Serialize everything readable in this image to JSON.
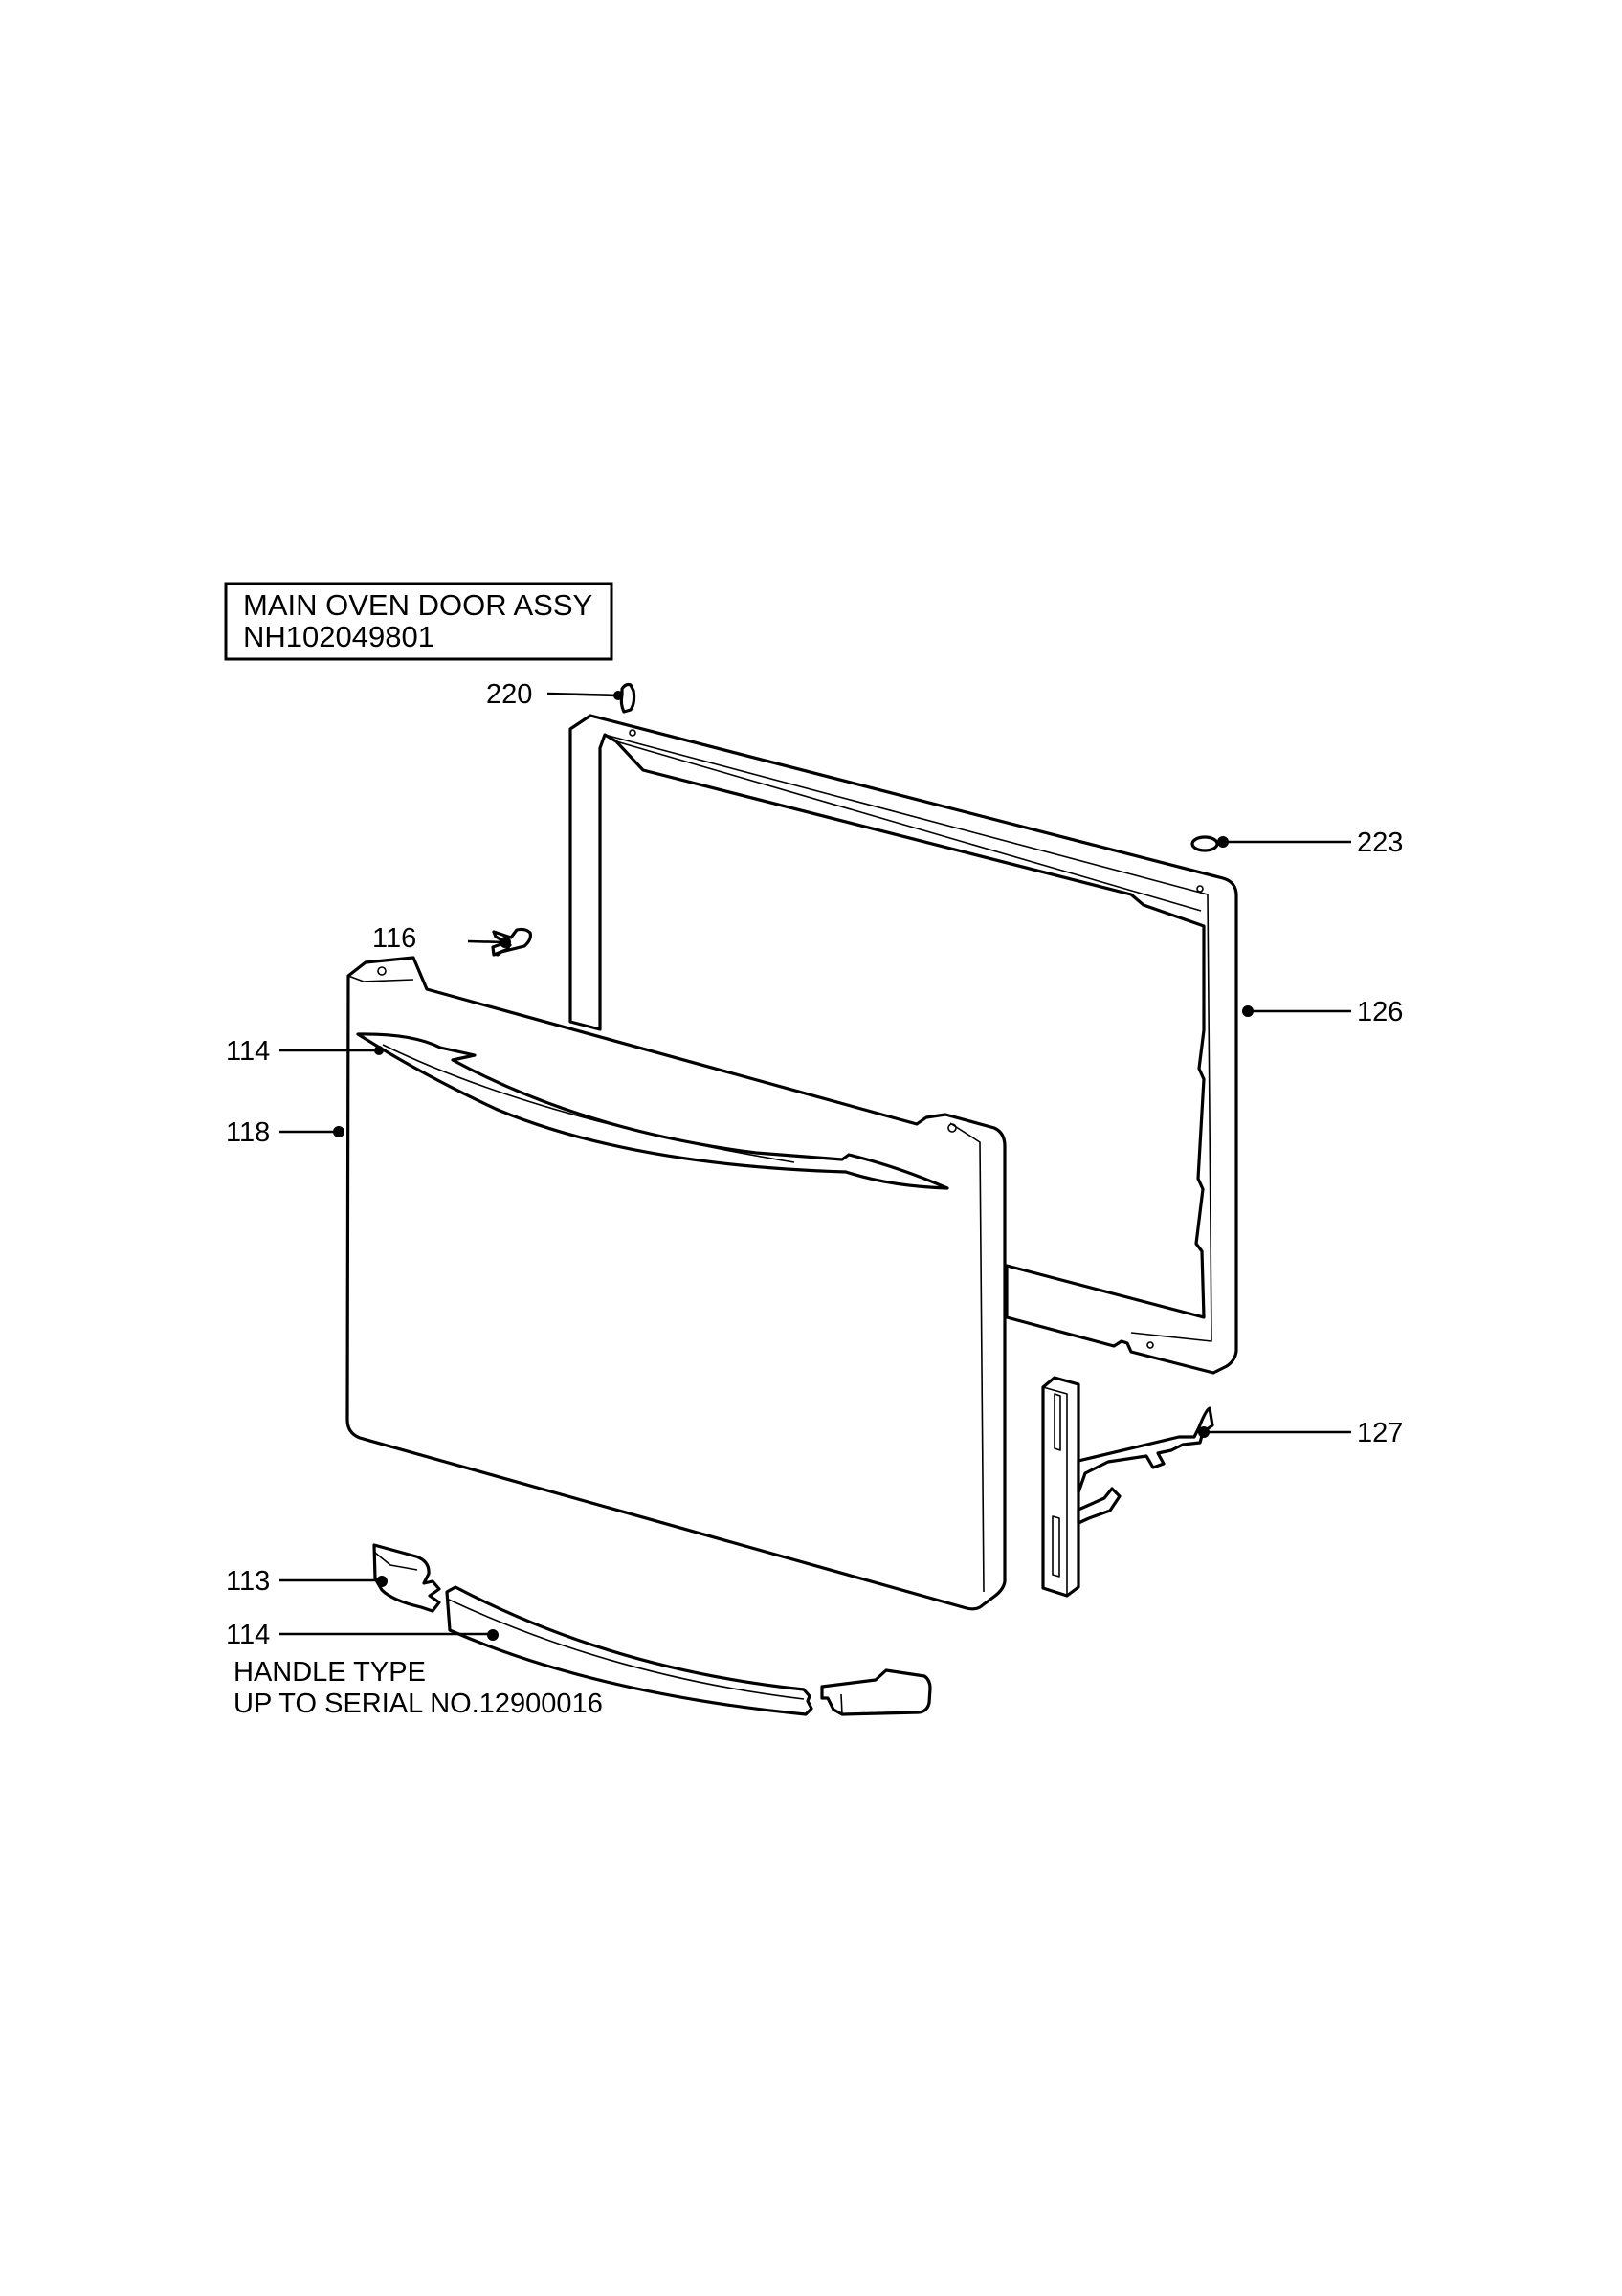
{
  "title": {
    "line1": "MAIN OVEN DOOR ASSY",
    "line2": "NH102049801"
  },
  "note": {
    "line1": "HANDLE TYPE",
    "line2": "UP TO SERIAL  NO.12900016"
  },
  "callouts": [
    {
      "id": "c220",
      "label": "220",
      "part": "clip"
    },
    {
      "id": "c223",
      "label": "223",
      "part": "washer"
    },
    {
      "id": "c116",
      "label": "116",
      "part": "screw"
    },
    {
      "id": "c126",
      "label": "126",
      "part": "inner-door-frame"
    },
    {
      "id": "c114a",
      "label": "114",
      "part": "door-handle"
    },
    {
      "id": "c118",
      "label": "118",
      "part": "outer-door-panel"
    },
    {
      "id": "c127",
      "label": "127",
      "part": "hinge"
    },
    {
      "id": "c113",
      "label": "113",
      "part": "handle-end-cap"
    },
    {
      "id": "c114b",
      "label": "114",
      "part": "handle-bar"
    }
  ]
}
